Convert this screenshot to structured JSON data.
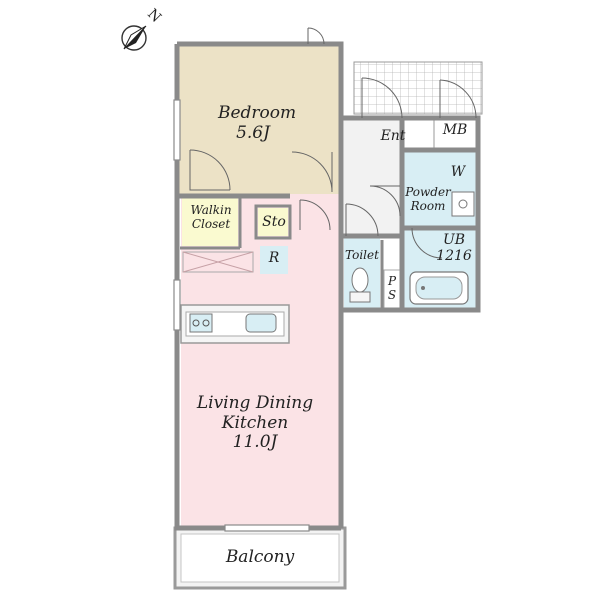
{
  "compass": {
    "north_label": "N"
  },
  "rooms": {
    "bedroom": {
      "name": "Bedroom",
      "size": "5.6J"
    },
    "walkin_closet": {
      "line1": "Walkin",
      "line2": "Closet"
    },
    "storage": {
      "name": "Sto"
    },
    "refrigerator": {
      "name": "R"
    },
    "entrance": {
      "name": "Ent"
    },
    "meter_box": {
      "name": "MB"
    },
    "washer": {
      "name": "W"
    },
    "powder_room": {
      "line1": "Powder",
      "line2": "Room"
    },
    "toilet": {
      "name": "Toilet"
    },
    "unit_bath": {
      "name": "UB",
      "size": "1216"
    },
    "pipe_space": {
      "line1": "P",
      "line2": "S"
    },
    "ldk": {
      "line1": "Living Dining",
      "line2": "Kitchen",
      "size": "11.0J"
    },
    "balcony": {
      "name": "Balcony"
    }
  },
  "colors": {
    "bedroom": "#ece2c6",
    "closet": "#fafad0",
    "ldk": "#fbe3e6",
    "wet": "#d8eef4",
    "walls": "#8a8a8a",
    "balcony": "#f3f3f3"
  }
}
